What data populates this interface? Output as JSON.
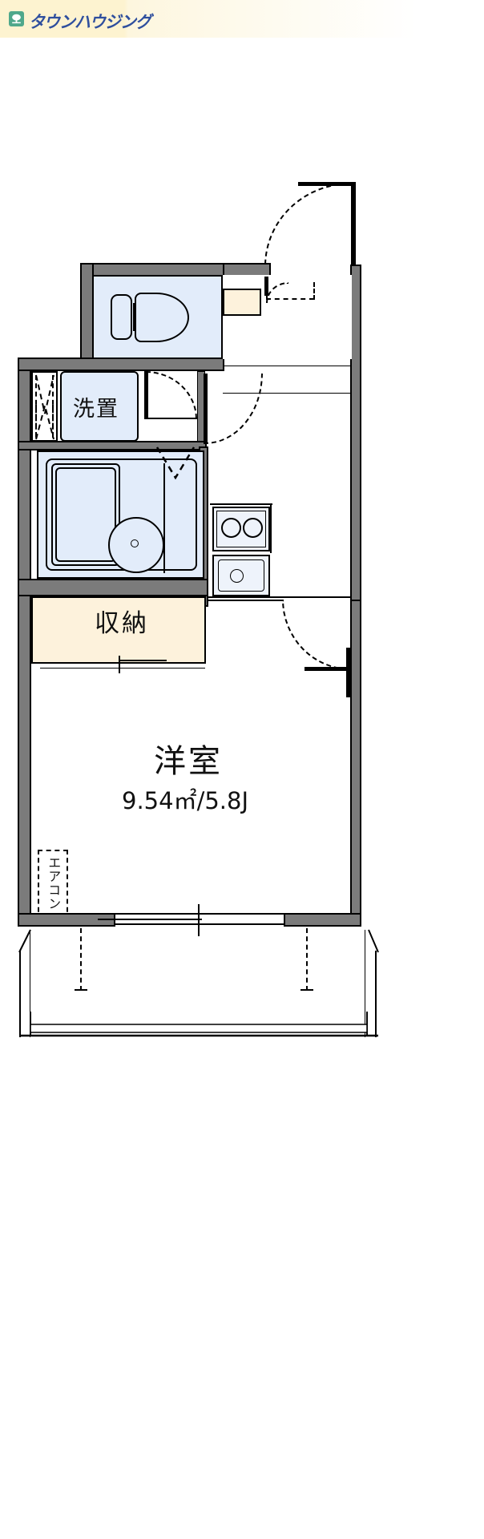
{
  "document": {
    "type": "floor-plan",
    "language": "ja",
    "background_color": "#ffffff"
  },
  "watermark": {
    "brand_text": "タウンハウジング",
    "brand_color": "#2f4f9e",
    "mark_color": "#4fa88b",
    "mark_icon": "tree-icon",
    "banner_color": "#fdf3d0"
  },
  "palette": {
    "wall_fill": "#7b7b7b",
    "wall_stroke": "#000000",
    "wet_area_fill": "#e2ecfa",
    "closet_fill": "#fdf2dc",
    "room_fill": "#ffffff"
  },
  "rooms": [
    {
      "id": "main-room",
      "name": "洋室",
      "area_text": "9.54㎡/5.8J",
      "area_sqm": 9.54,
      "area_jo": 5.8,
      "fill": "#ffffff"
    },
    {
      "id": "closet",
      "name": "収納",
      "fill": "#fdf2dc"
    },
    {
      "id": "laundry",
      "name": "洗置",
      "fill": "#e2ecfa"
    },
    {
      "id": "toilet",
      "name": "",
      "fixture": "western-toilet",
      "fill": "#e2ecfa"
    },
    {
      "id": "bathroom",
      "name": "",
      "fixtures": [
        "bathtub",
        "round-washbasin"
      ],
      "fill": "#e2ecfa"
    },
    {
      "id": "kitchen",
      "name": "",
      "fixtures": [
        "two-burner-stove",
        "sink"
      ],
      "fill": "#eef3fb"
    },
    {
      "id": "entrance-hall",
      "name": "",
      "fill": "#ffffff"
    },
    {
      "id": "balcony",
      "name": "",
      "fill": "#ffffff"
    }
  ],
  "annotations": {
    "aircon_label": "エアコン",
    "aircon_lines": [
      "エ",
      "ア",
      "コ",
      "ン"
    ]
  },
  "fixtures": {
    "toilet": "western-toilet-icon",
    "bathtub": "bathtub-icon",
    "washbasin": "round-washbasin-icon",
    "stove": "two-burner-stove-icon",
    "sink": "kitchen-sink-icon",
    "washer_space": "washing-machine-space-icon",
    "entrance_door": "entrance-door-icon",
    "balcony_rail": "balcony-railing-icon"
  }
}
